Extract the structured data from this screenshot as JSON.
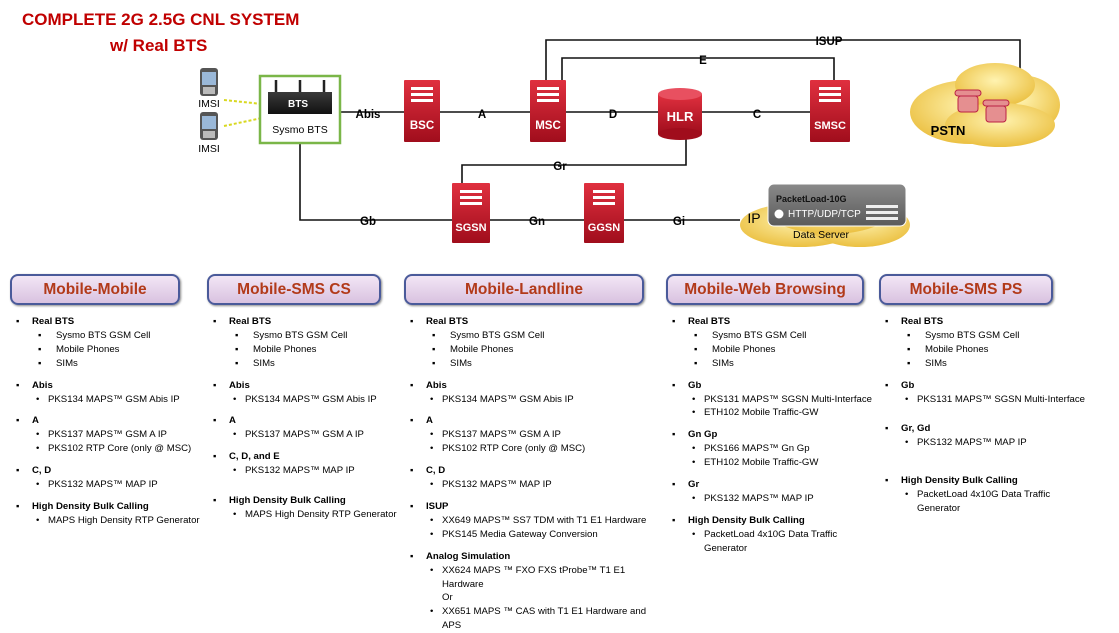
{
  "title": {
    "line1": "COMPLETE 2G 2.5G CNL SYSTEM",
    "line2": "w/ Real BTS"
  },
  "diagram": {
    "imsi": [
      "IMSI",
      "IMSI"
    ],
    "bts_label": "BTS",
    "bts_caption": "Sysmo BTS",
    "nodes": {
      "bsc": "BSC",
      "msc": "MSC",
      "hlr": "HLR",
      "smsc": "SMSC",
      "sgsn": "SGSN",
      "ggsn": "GGSN"
    },
    "links": {
      "abis": "Abis",
      "a": "A",
      "d": "D",
      "c": "C",
      "e": "E",
      "isup": "ISUP",
      "gr": "Gr",
      "gb": "Gb",
      "gn": "Gn",
      "gi": "Gi",
      "ip": "IP"
    },
    "pstn": "PSTN",
    "packetload": {
      "title": "PacketLoad-10G",
      "protocols": "HTTP/UDP/TCP",
      "server": "Data Server"
    }
  },
  "columns": [
    {
      "header": "Mobile-Mobile",
      "items": [
        {
          "t": "sec",
          "v": "Real BTS"
        },
        {
          "t": "sub",
          "v": "Sysmo BTS GSM Cell"
        },
        {
          "t": "sub",
          "v": "Mobile Phones"
        },
        {
          "t": "sub",
          "v": "SIMs"
        },
        {
          "t": "gap"
        },
        {
          "t": "sec",
          "v": "Abis"
        },
        {
          "t": "subd",
          "v": "PKS134 MAPS™ GSM Abis IP"
        },
        {
          "t": "gap"
        },
        {
          "t": "sec",
          "v": "A"
        },
        {
          "t": "subd",
          "v": "PKS137 MAPS™ GSM A IP"
        },
        {
          "t": "subd",
          "v": "PKS102 RTP Core (only @ MSC)"
        },
        {
          "t": "gap"
        },
        {
          "t": "sec",
          "v": "C, D"
        },
        {
          "t": "subd",
          "v": "PKS132 MAPS™ MAP IP"
        },
        {
          "t": "gap"
        },
        {
          "t": "sec",
          "v": "High Density Bulk Calling"
        },
        {
          "t": "subd",
          "v": "MAPS High Density RTP Generator"
        }
      ]
    },
    {
      "header": "Mobile-SMS  CS",
      "items": [
        {
          "t": "sec",
          "v": "Real BTS"
        },
        {
          "t": "sub",
          "v": "Sysmo BTS GSM Cell"
        },
        {
          "t": "sub",
          "v": "Mobile Phones"
        },
        {
          "t": "sub",
          "v": "SIMs"
        },
        {
          "t": "gap"
        },
        {
          "t": "sec",
          "v": "Abis"
        },
        {
          "t": "subd",
          "v": "PKS134 MAPS™ GSM Abis IP"
        },
        {
          "t": "gap"
        },
        {
          "t": "sec",
          "v": "A"
        },
        {
          "t": "subd",
          "v": "PKS137 MAPS™ GSM A IP"
        },
        {
          "t": "gap"
        },
        {
          "t": "sec",
          "v": "C, D, and E"
        },
        {
          "t": "subd",
          "v": "PKS132 MAPS™ MAP IP"
        },
        {
          "t": "gap"
        },
        {
          "t": "gap"
        },
        {
          "t": "sec",
          "v": "High Density Bulk Calling"
        },
        {
          "t": "subd",
          "v": "MAPS High Density RTP Generator"
        }
      ]
    },
    {
      "header": "Mobile-Landline",
      "items": [
        {
          "t": "sec",
          "v": "Real BTS"
        },
        {
          "t": "sub",
          "v": "Sysmo BTS GSM Cell"
        },
        {
          "t": "sub",
          "v": "Mobile Phones"
        },
        {
          "t": "sub",
          "v": "SIMs"
        },
        {
          "t": "gap"
        },
        {
          "t": "sec",
          "v": "Abis"
        },
        {
          "t": "subd",
          "v": "PKS134 MAPS™ GSM Abis IP"
        },
        {
          "t": "gap"
        },
        {
          "t": "sec",
          "v": "A"
        },
        {
          "t": "subd",
          "v": "PKS137  MAPS™ GSM A IP"
        },
        {
          "t": "subd",
          "v": "PKS102 RTP Core (only @ MSC)"
        },
        {
          "t": "gap"
        },
        {
          "t": "sec",
          "v": "C, D"
        },
        {
          "t": "subd",
          "v": "PKS132 MAPS™ MAP IP"
        },
        {
          "t": "gap"
        },
        {
          "t": "sec",
          "v": "ISUP"
        },
        {
          "t": "subd",
          "v": "XX649 MAPS™ SS7  TDM with T1 E1 Hardware"
        },
        {
          "t": "subd",
          "v": "PKS145 Media Gateway Conversion"
        },
        {
          "t": "gap"
        },
        {
          "t": "sec",
          "v": "Analog Simulation"
        },
        {
          "t": "subd",
          "v": "XX624 MAPS ™ FXO FXS tProbe™ T1 E1 Hardware"
        },
        {
          "t": "plain",
          "v": "Or"
        },
        {
          "t": "subd",
          "v": "XX651 MAPS ™ CAS with T1 E1 Hardware and APS"
        }
      ]
    },
    {
      "header": "Mobile-Web  Browsing",
      "items": [
        {
          "t": "sec",
          "v": "Real BTS"
        },
        {
          "t": "sub",
          "v": "Sysmo BTS GSM Cell"
        },
        {
          "t": "sub",
          "v": "Mobile Phones"
        },
        {
          "t": "sub",
          "v": "SIMs"
        },
        {
          "t": "gap"
        },
        {
          "t": "sec",
          "v": "Gb"
        },
        {
          "t": "subd",
          "v": "PKS131 MAPS™ SGSN Multi-Interface"
        },
        {
          "t": "subd",
          "v": "ETH102 Mobile Traffic-GW"
        },
        {
          "t": "gap"
        },
        {
          "t": "sec",
          "v": "Gn Gp"
        },
        {
          "t": "subd",
          "v": "PKS166 MAPS™ Gn Gp"
        },
        {
          "t": "subd",
          "v": "ETH102 Mobile Traffic-GW"
        },
        {
          "t": "gap"
        },
        {
          "t": "sec",
          "v": "Gr"
        },
        {
          "t": "subd",
          "v": "PKS132 MAPS™ MAP IP"
        },
        {
          "t": "gap"
        },
        {
          "t": "sec",
          "v": "High Density Bulk Calling"
        },
        {
          "t": "subd",
          "v": "PacketLoad 4x10G Data Traffic"
        },
        {
          "t": "plain",
          "v": "Generator"
        }
      ]
    },
    {
      "header": "Mobile-SMS  PS",
      "items": [
        {
          "t": "sec",
          "v": "Real BTS"
        },
        {
          "t": "sub",
          "v": "Sysmo BTS GSM Cell"
        },
        {
          "t": "sub",
          "v": "Mobile Phones"
        },
        {
          "t": "sub",
          "v": "SIMs"
        },
        {
          "t": "gap"
        },
        {
          "t": "sec",
          "v": "Gb"
        },
        {
          "t": "subd",
          "v": "PKS131 MAPS™ SGSN Multi-Interface"
        },
        {
          "t": "gap"
        },
        {
          "t": "gap"
        },
        {
          "t": "sec",
          "v": "Gr, Gd"
        },
        {
          "t": "subd",
          "v": "PKS132 MAPS™ MAP IP"
        },
        {
          "t": "gap"
        },
        {
          "t": "gap"
        },
        {
          "t": "gap"
        },
        {
          "t": "sec",
          "v": "High Density Bulk Calling"
        },
        {
          "t": "subd",
          "v": "PacketLoad 4x10G Data Traffic"
        },
        {
          "t": "plain",
          "v": "Generator"
        }
      ]
    }
  ],
  "colors": {
    "title": "#c00000",
    "node": "#c8102e",
    "bts_border": "#7ab648",
    "cloud": "#f2c94c",
    "header_text": "#b23a1a"
  }
}
